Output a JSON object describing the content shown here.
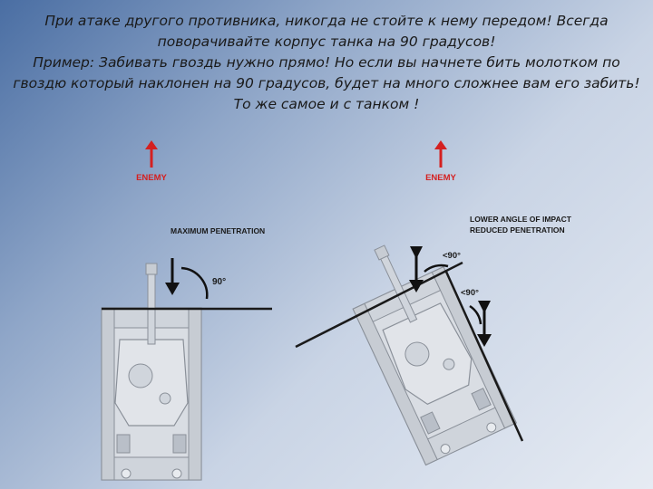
{
  "caption": {
    "line1": "При атаке другого противника, никогда не стойте к нему передом! Всегда",
    "line2": "поворачивайте корпус танка на 90 градусов!",
    "line3": "Пример: Забивать гвоздь нужно прямо! Но если вы начнете бить молотком по",
    "line4": "гвоздю который наклонен на 90 градусов, будет на много сложнее вам его забить!",
    "line5": "То же самое и с танком !"
  },
  "left_diagram": {
    "enemy_label": "ENEMY",
    "penetration_label": "MAXIMUM PENETRATION",
    "angle_label": "90°"
  },
  "right_diagram": {
    "enemy_label": "ENEMY",
    "impact_label_1": "LOWER ANGLE OF IMPACT",
    "impact_label_2": "REDUCED PENETRATION",
    "angle_label_top": "<90°",
    "angle_label_side": "<90°"
  },
  "colors": {
    "enemy_arrow": "#d42020",
    "impact_arrow": "#111111",
    "tank_fill": "#d9dde3"
  }
}
